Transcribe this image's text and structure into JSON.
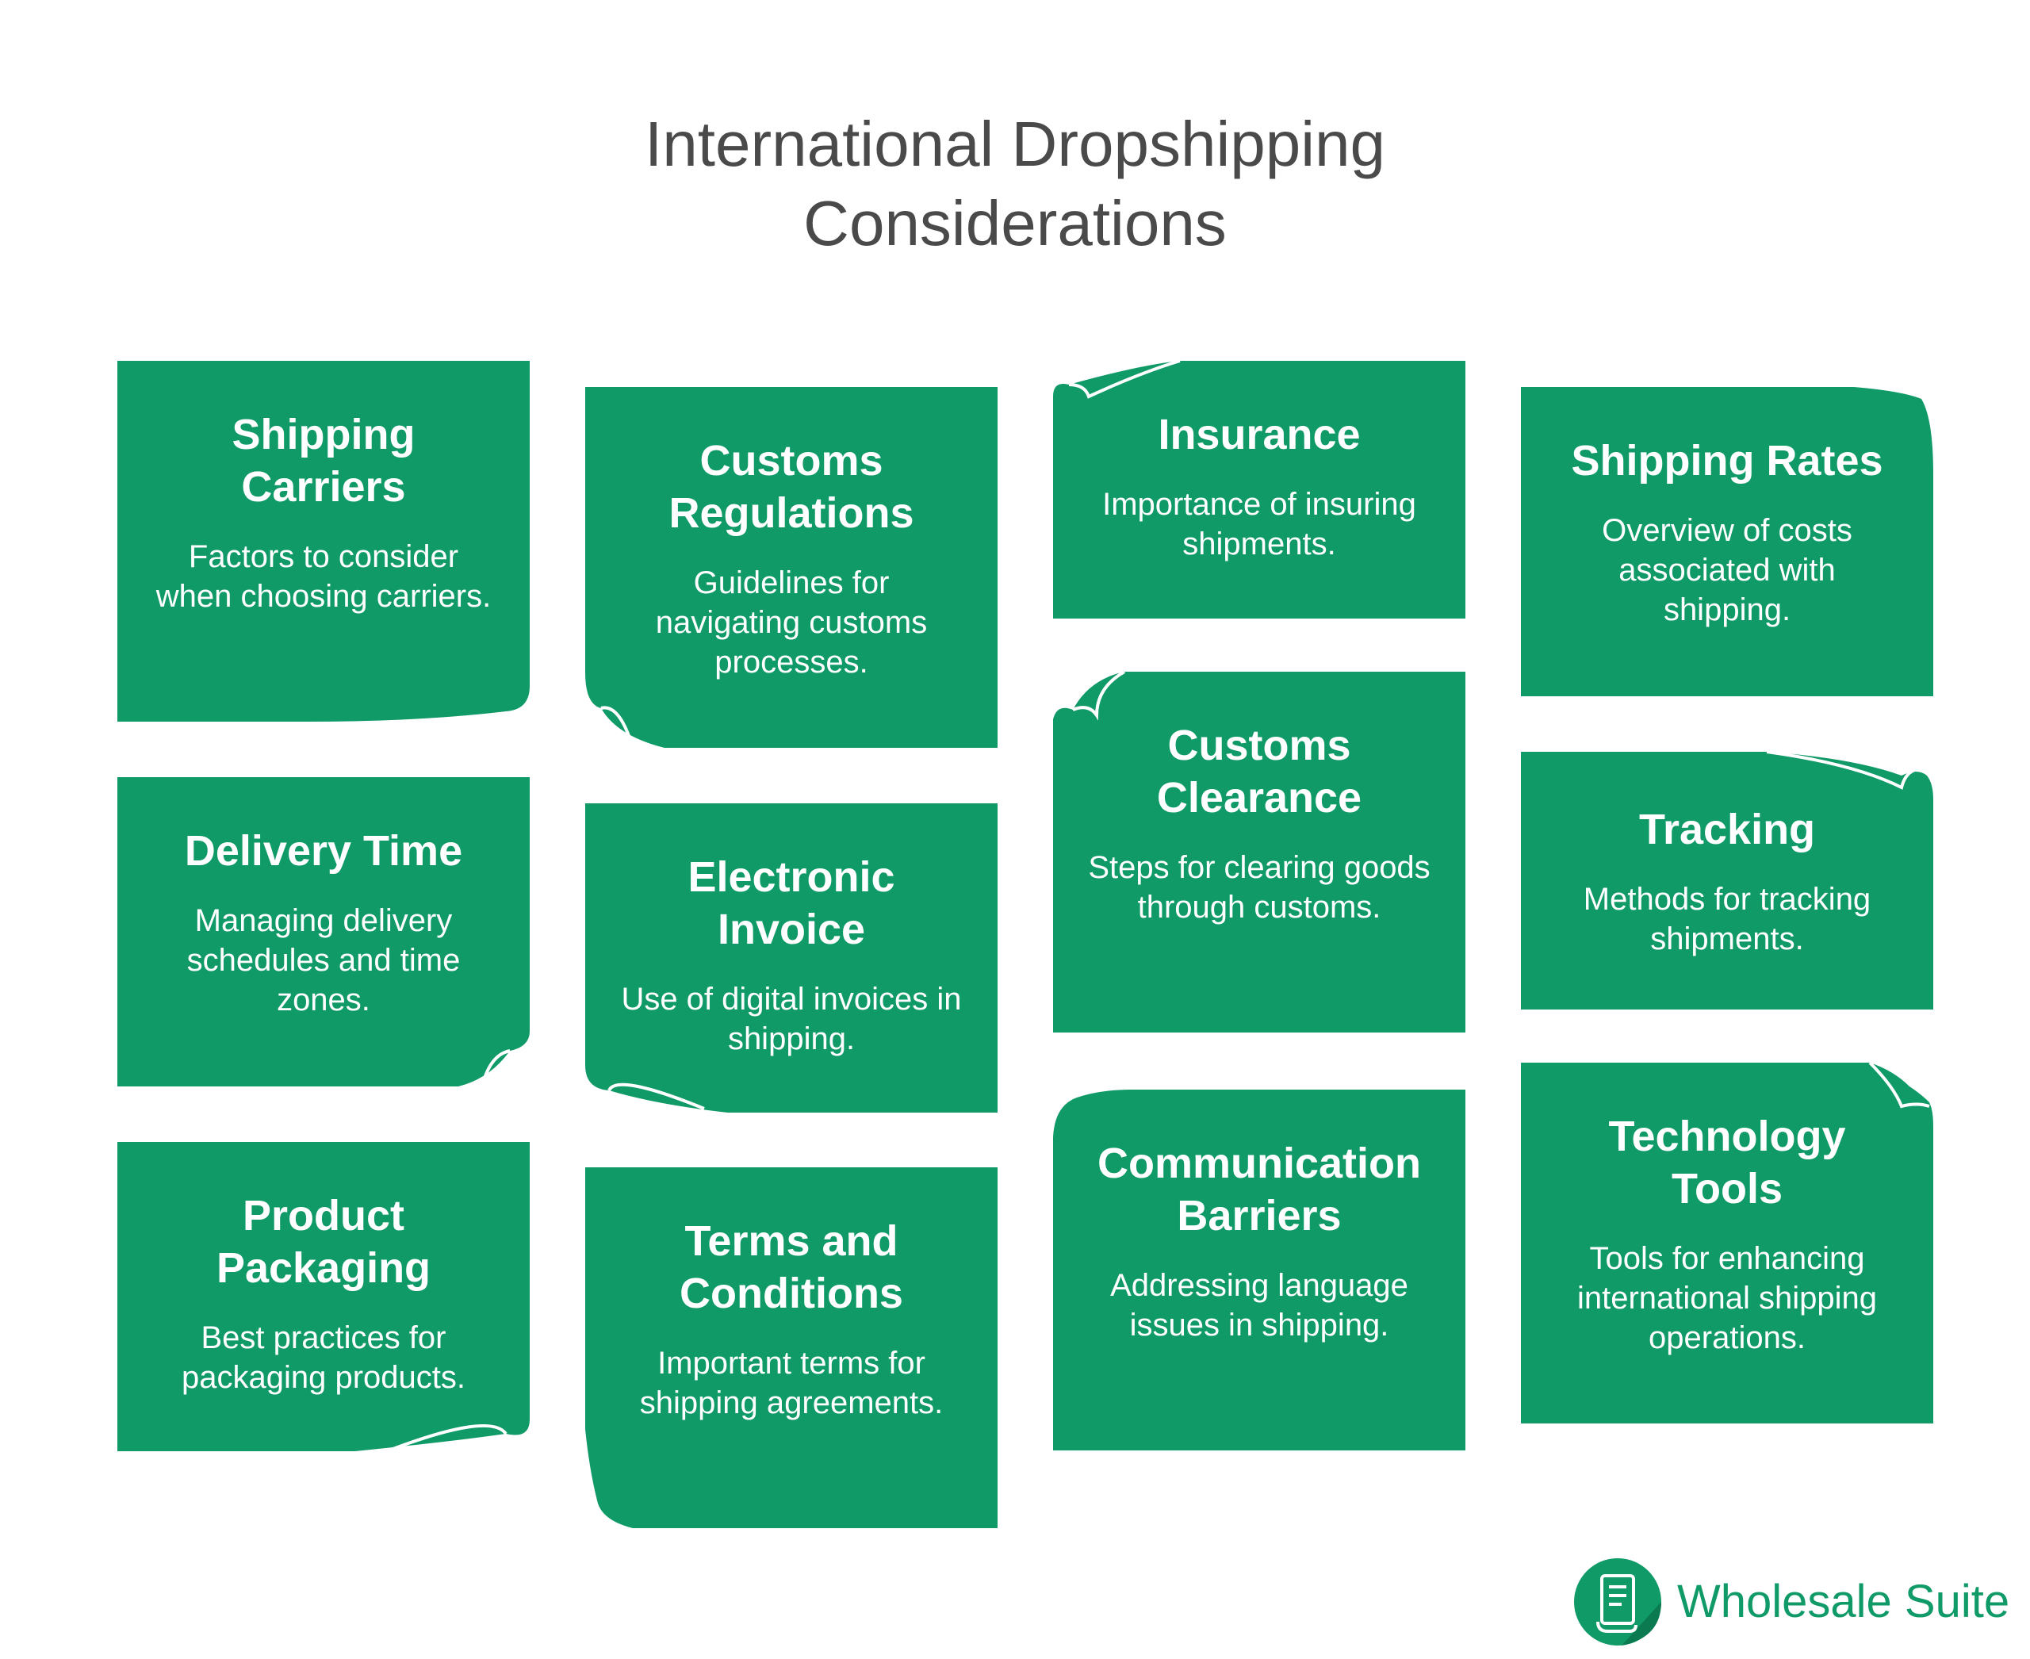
{
  "title": {
    "line1": "International Dropshipping",
    "line2": "Considerations"
  },
  "colors": {
    "card": "#0f9a67",
    "title": "#4a4a4a",
    "brand": "#0f9a67"
  },
  "cards": [
    {
      "title": "Shipping Carriers",
      "desc": "Factors to consider when choosing carriers."
    },
    {
      "title": "Customs Regulations",
      "desc": "Guidelines for navigating customs processes."
    },
    {
      "title": "Insurance",
      "desc": "Importance of insuring shipments."
    },
    {
      "title": "Shipping Rates",
      "desc": "Overview of costs associated with shipping."
    },
    {
      "title": "Delivery Time",
      "desc": "Managing delivery schedules and time zones."
    },
    {
      "title": "Electronic Invoice",
      "desc": "Use of digital invoices in shipping."
    },
    {
      "title": "Customs Clearance",
      "desc": "Steps for clearing goods through customs."
    },
    {
      "title": "Tracking",
      "desc": "Methods for tracking shipments."
    },
    {
      "title": "Product Packaging",
      "desc": "Best practices for packaging products."
    },
    {
      "title": "Terms and Conditions",
      "desc": "Important terms for shipping agreements."
    },
    {
      "title": "Communication Barriers",
      "desc": "Addressing language issues in shipping."
    },
    {
      "title": "Technology Tools",
      "desc": "Tools for enhancing international shipping operations."
    }
  ],
  "logo": {
    "text": "Wholesale Suite",
    "icon": "receipt-scroll-icon"
  }
}
